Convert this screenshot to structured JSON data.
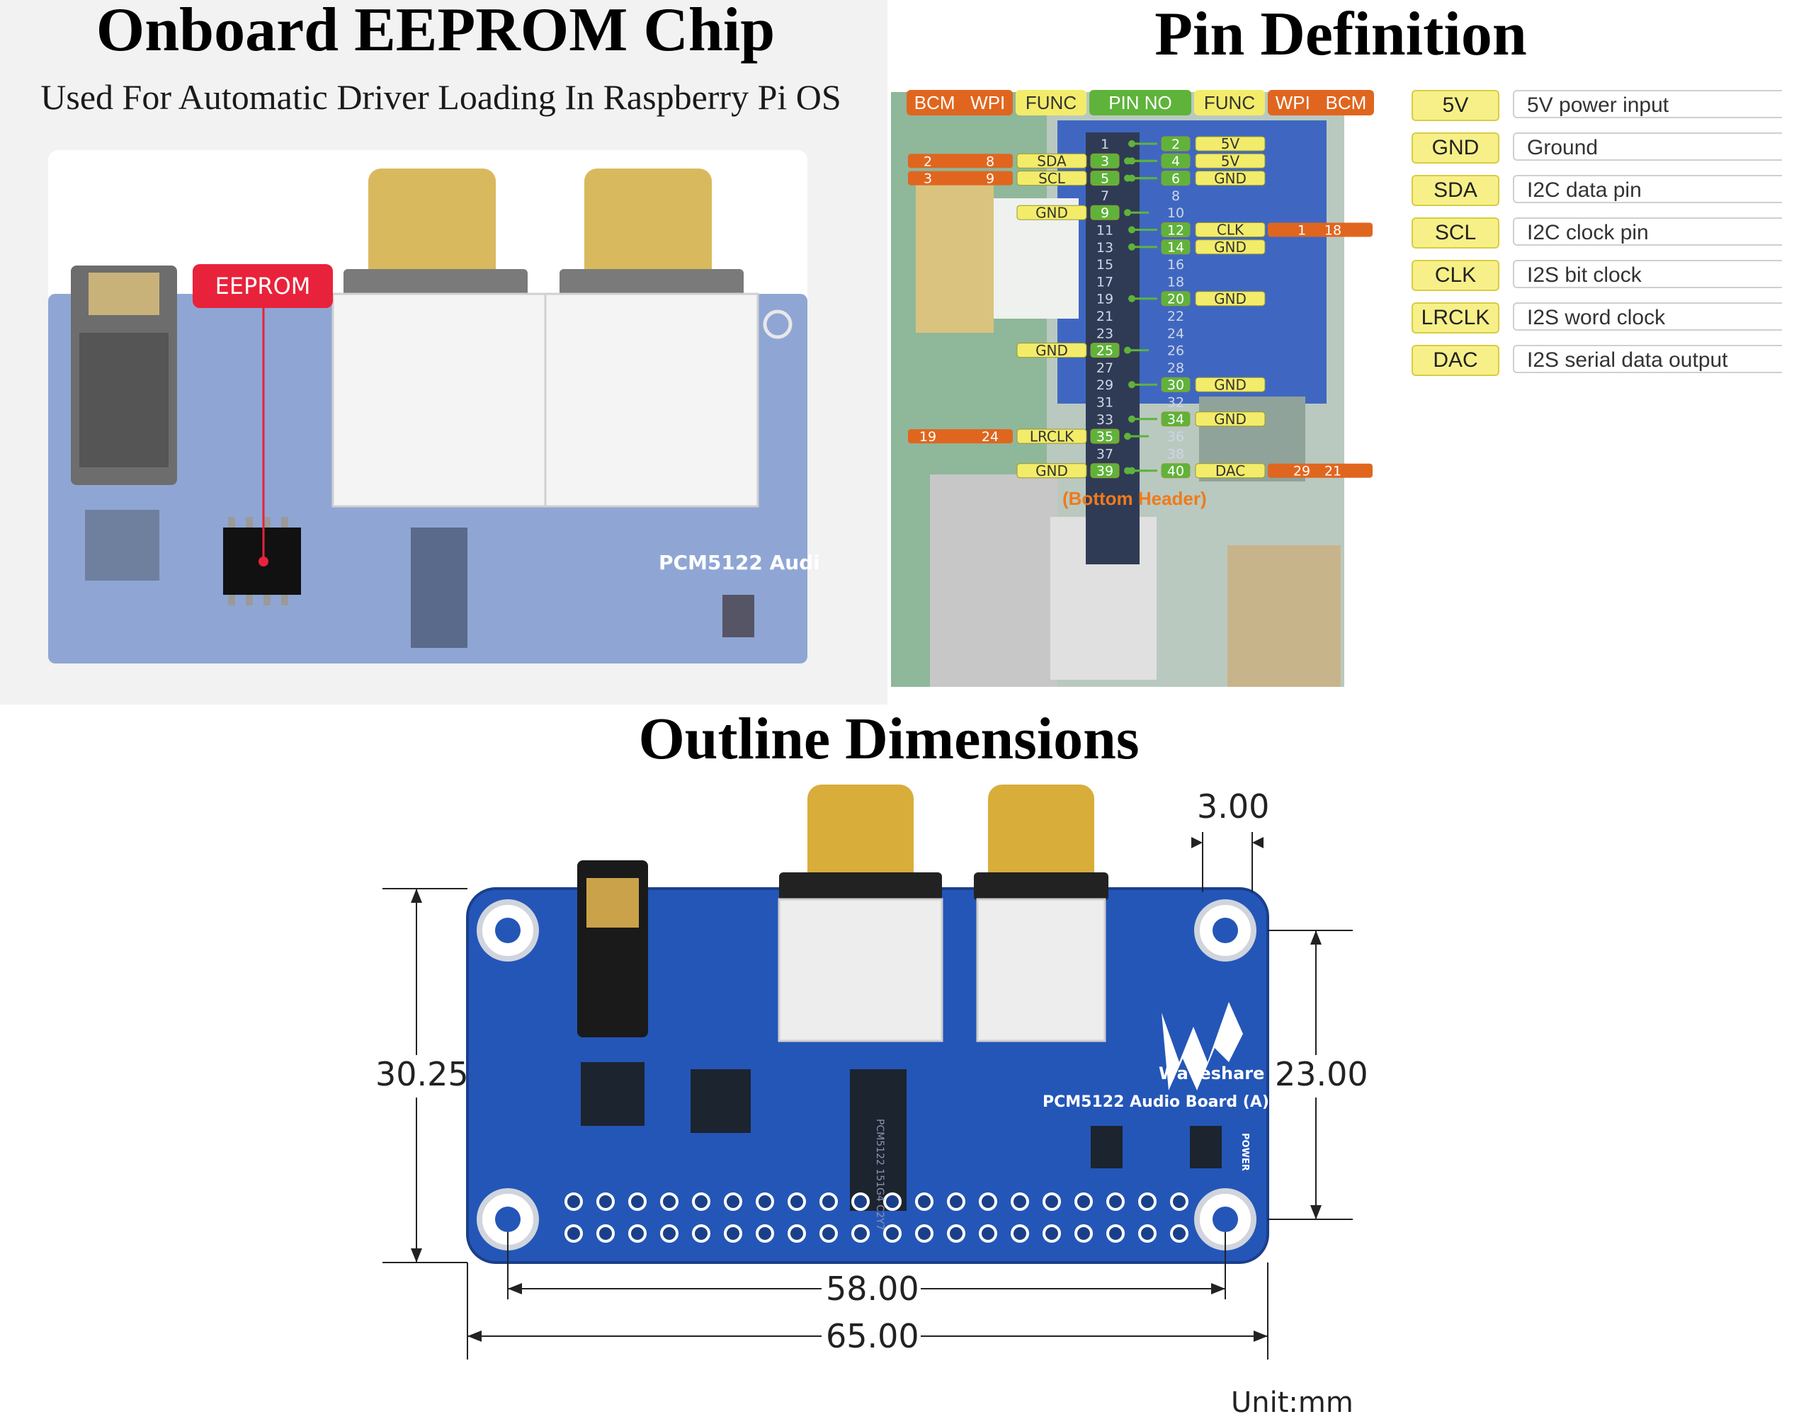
{
  "eeprom_section": {
    "title": "Onboard EEPROM Chip",
    "subtitle": "Used For Automatic Driver Loading In Raspberry Pi OS",
    "callout_label": "EEPROM",
    "board_label": "PCM5122 Audi"
  },
  "pin_section": {
    "title": "Pin Definition",
    "header_columns": [
      "BCM",
      "WPI",
      "FUNC",
      "PIN NO",
      "FUNC",
      "WPI",
      "BCM"
    ],
    "bottom_header_label": "(Bottom Header)",
    "left_pins": [
      {
        "pin": "3",
        "func": "SDA",
        "wpi": "8",
        "bcm": "2"
      },
      {
        "pin": "5",
        "func": "SCL",
        "wpi": "9",
        "bcm": "3"
      },
      {
        "pin": "9",
        "func": "GND"
      },
      {
        "pin": "25",
        "func": "GND"
      },
      {
        "pin": "35",
        "func": "LRCLK",
        "wpi": "24",
        "bcm": "19"
      },
      {
        "pin": "39",
        "func": "GND"
      }
    ],
    "right_pins": [
      {
        "pin": "2",
        "func": "5V"
      },
      {
        "pin": "4",
        "func": "5V"
      },
      {
        "pin": "6",
        "func": "GND"
      },
      {
        "pin": "12",
        "func": "CLK",
        "wpi": "1",
        "bcm": "18"
      },
      {
        "pin": "14",
        "func": "GND"
      },
      {
        "pin": "20",
        "func": "GND"
      },
      {
        "pin": "30",
        "func": "GND"
      },
      {
        "pin": "34",
        "func": "GND"
      },
      {
        "pin": "40",
        "func": "DAC",
        "wpi": "29",
        "bcm": "21"
      }
    ],
    "unused_pins_left": [
      "1",
      "7",
      "11",
      "13",
      "15",
      "17",
      "19",
      "21",
      "23",
      "27",
      "29",
      "31",
      "33",
      "37"
    ],
    "unused_pins_right": [
      "8",
      "10",
      "16",
      "18",
      "22",
      "24",
      "26",
      "28",
      "32",
      "36",
      "38"
    ],
    "legend": [
      {
        "key": "5V",
        "desc": "5V power input"
      },
      {
        "key": "GND",
        "desc": "Ground"
      },
      {
        "key": "SDA",
        "desc": "I2C data pin"
      },
      {
        "key": "SCL",
        "desc": "I2C clock pin"
      },
      {
        "key": "CLK",
        "desc": "I2S bit clock"
      },
      {
        "key": "LRCLK",
        "desc": "I2S word clock"
      },
      {
        "key": "DAC",
        "desc": "I2S serial data output"
      }
    ]
  },
  "outline_section": {
    "title": "Outline Dimensions",
    "brand": "Waveshare",
    "board_name": "PCM5122 Audio Board (A)",
    "chip_marking": "PCM5122 151G4 C2Y7",
    "power_label": "POWER",
    "dim_height_total": "30.25",
    "dim_height_holes": "23.00",
    "dim_width_holes": "58.00",
    "dim_width_total": "65.00",
    "dim_hole_offset": "3.00",
    "unit_label": "Unit:mm"
  },
  "colors": {
    "pcb_blue": "#2456b8",
    "callout_red": "#e8223a",
    "header_orange": "#e0661f",
    "header_yellow": "#f3ec6a",
    "header_green": "#5fb33a",
    "legend_yellow": "#f7f089"
  }
}
